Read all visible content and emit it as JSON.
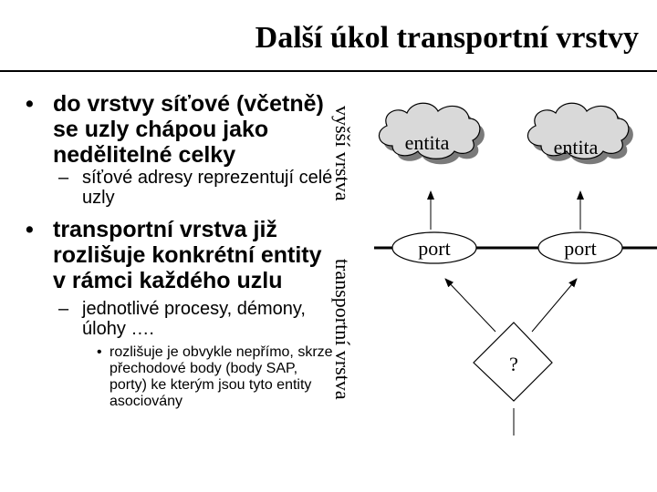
{
  "title": "Další úkol transportní vrstvy",
  "bullets": {
    "b1": "do vrstvy síťové (včetně) se uzly chápou jako nedělitelné celky",
    "b1_sub": "síťové adresy reprezentují celé uzly",
    "b2": "transportní vrstva již rozlišuje konkrétní entity v rámci každého uzlu",
    "b2_sub": "jednotlivé procesy, démony, úlohy ….",
    "b2_subsub": "rozlišuje je obvykle nepřímo, skrze přechodové body (body SAP, porty) ke kterým jsou tyto entity asociovány"
  },
  "side_labels": {
    "upper": "vyšší vrstva",
    "lower": "transportní vrstva"
  },
  "diagram": {
    "entity_left": "entita",
    "entity_right": "entita",
    "port_left": "port",
    "port_right": "port",
    "unknown": "?"
  }
}
